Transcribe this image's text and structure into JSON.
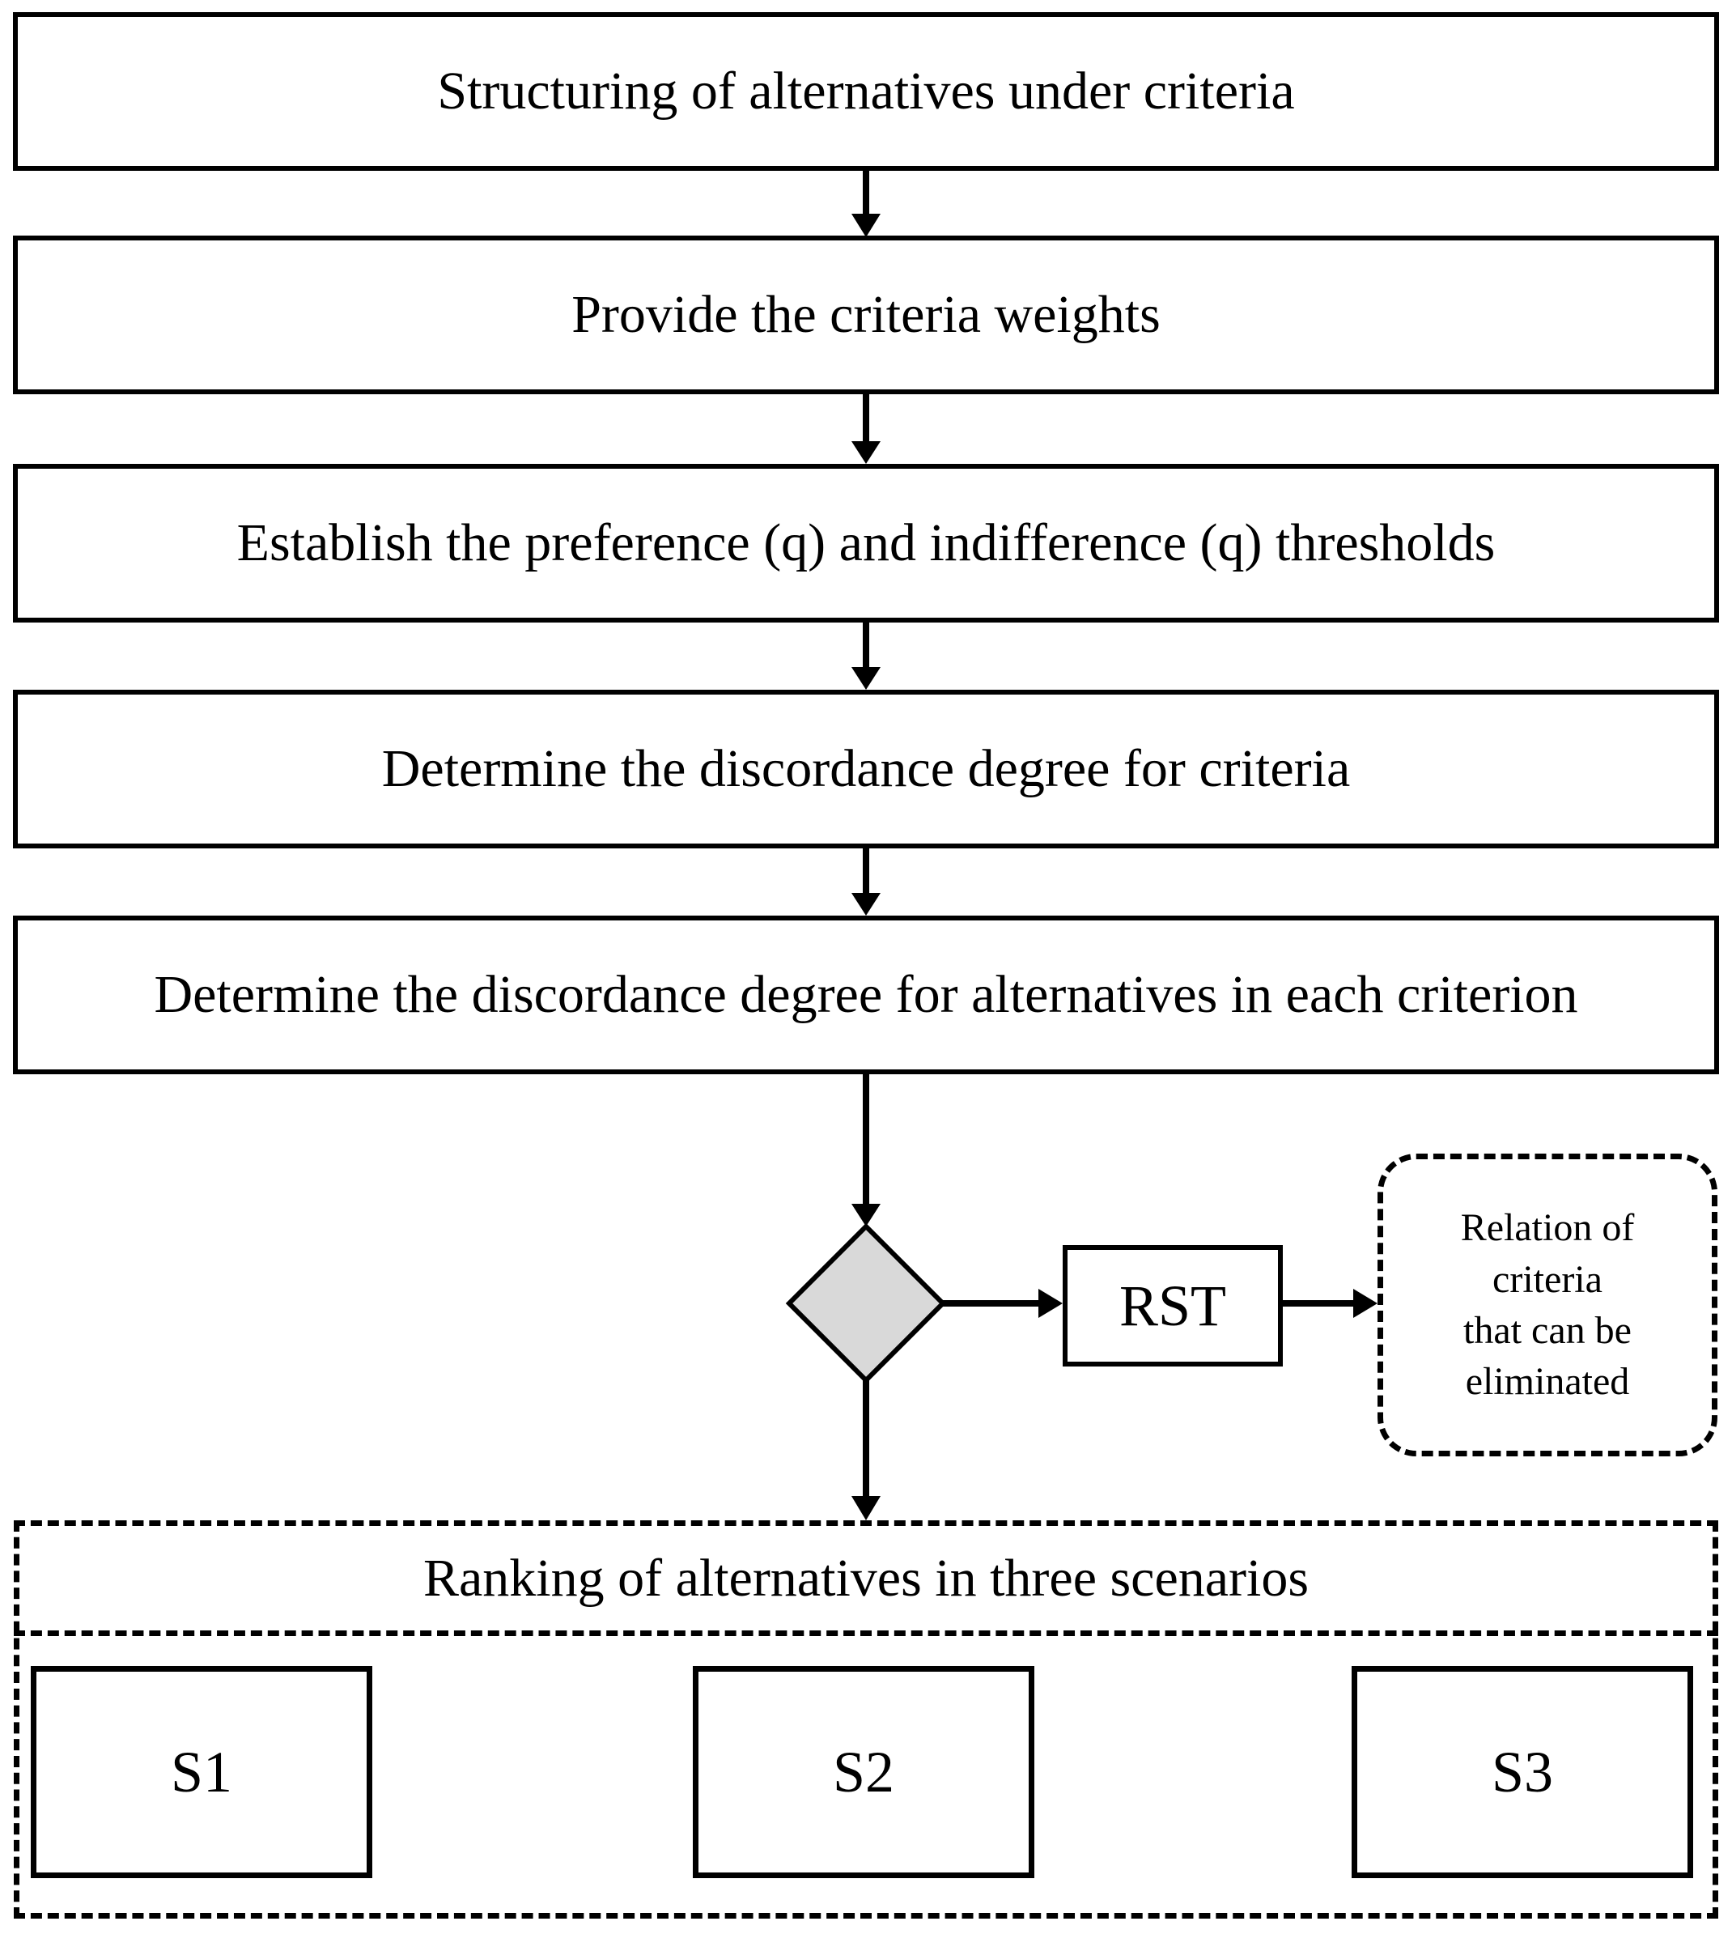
{
  "diagram": {
    "steps": [
      "Structuring of alternatives under criteria",
      "Provide the criteria weights",
      "Establish the preference (q) and indifference (q) thresholds",
      "Determine the discordance degree for criteria",
      "Determine the discordance degree for alternatives in each criterion"
    ],
    "rst_box": "RST",
    "elimination_box": "Relation of\ncriteria\nthat can be\neliminated",
    "ranking_title": "Ranking of alternatives in three scenarios",
    "scenarios": [
      "S1",
      "S2",
      "S3"
    ],
    "colors": {
      "line": "#000000",
      "diamond_fill": "#d9d9d9",
      "background": "#ffffff"
    }
  }
}
